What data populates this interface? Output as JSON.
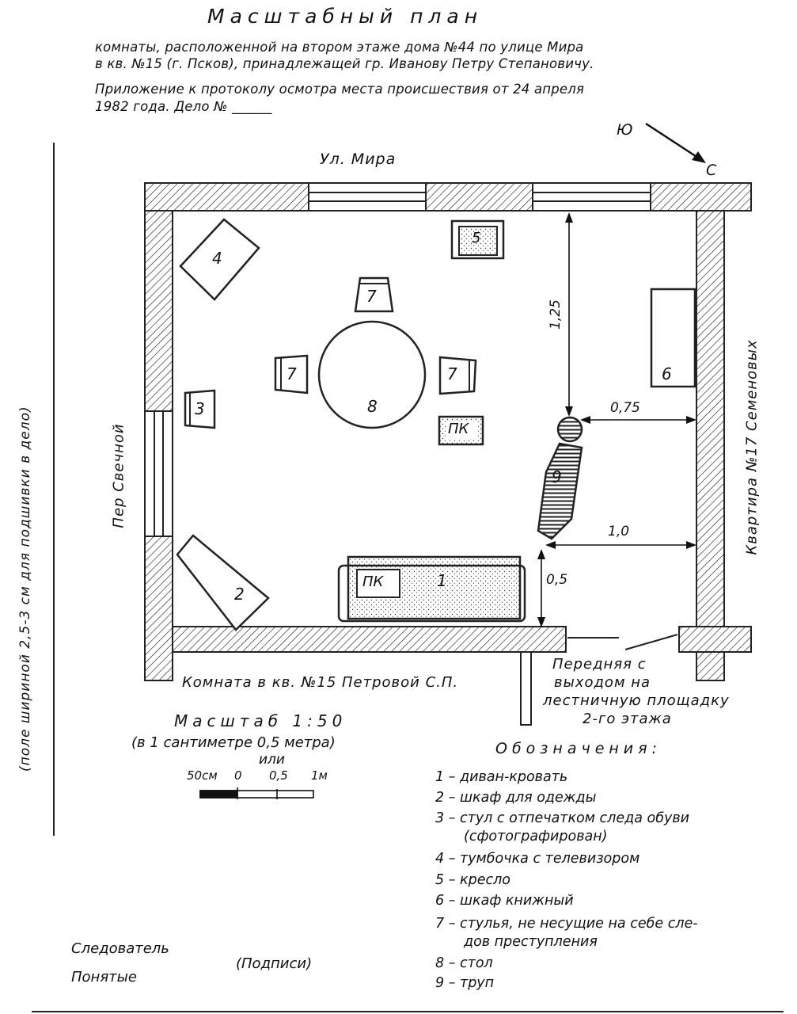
{
  "header": {
    "title": "Масштабный план",
    "line1": "комнаты, расположенной на втором этаже дома №44 по улице Мира",
    "line2": "в кв. №15 (г. Псков), принадлежащей гр. Иванову Петру Степановичу.",
    "line3": "Приложение к протоколу осмотра места происшествия от 24 апреля",
    "line4": "1982 года. Дело № ______"
  },
  "compass": {
    "south": "Ю",
    "north": "С"
  },
  "labels": {
    "street_top": "Ул. Мира",
    "lane_left": "Пер Свечной",
    "neighbor_right": "Квартира №17 Семеновых",
    "room_bottom": "Комната в кв. №15 Петровой С.П.",
    "hall_1": "Передняя с",
    "hall_2": "выходом на",
    "hall_3": "лестничную площадку",
    "hall_4": "2-го этажа",
    "margin_note": "(поле шириной 2,5-3 см для подшивки в дело)"
  },
  "furniture": {
    "n1": "1",
    "n2": "2",
    "n3": "3",
    "n4": "4",
    "n5": "5",
    "n6": "6",
    "n7": "7",
    "n8": "8",
    "n9": "9",
    "pk": "ПК"
  },
  "dimensions": {
    "d125": "1,25",
    "d075": "0,75",
    "d10": "1,0",
    "d05": "0,5"
  },
  "scale": {
    "title": "Масштаб 1:50",
    "subtitle": "(в 1 сантиметре 0,5 метра)",
    "or": "или",
    "tick_50": "50см",
    "tick_0": "0",
    "tick_05": "0,5",
    "tick_1": "1м"
  },
  "legend": {
    "title": "Обозначения:",
    "items": [
      "1 – диван-кровать",
      "2 – шкаф для одежды",
      "3 – стул с отпечатком следа обуви",
      "(сфотографирован)",
      "4 – тумбочка с телевизором",
      "5 – кресло",
      "6 – шкаф книжный",
      "7 – стулья, не несущие на себе сле-",
      "дов преступления",
      "8 – стол",
      "9 – труп"
    ]
  },
  "signatures": {
    "investigator": "Следователь",
    "witnesses": "Понятые",
    "signatures": "(Подписи)"
  }
}
